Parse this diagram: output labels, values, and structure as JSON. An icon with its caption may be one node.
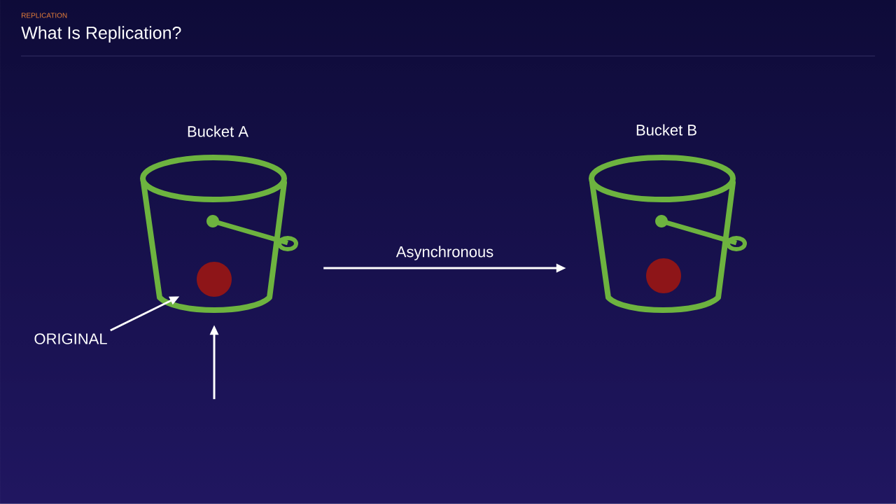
{
  "diagram": {
    "title": "What Is Replication?",
    "nodes": [
      {
        "text": [
          "Bucket A"
        ]
      },
      {
        "text": [],
        "shape": "circle",
        "in": 0
      },
      {
        "text": [
          "ORIGINAL"
        ]
      },
      {
        "text": [
          "Bucket B"
        ]
      },
      {
        "text": [],
        "shape": "circle",
        "in": 3
      }
    ],
    "edges": [
      {
        "from": 2,
        "to": 1,
        "arrow": "to"
      },
      {
        "from": 0,
        "to": 3,
        "arrow": "to",
        "label": "Asynchronous"
      },
      {
        "from": null,
        "to": 0,
        "arrow": "to"
      }
    ],
    "labels": [
      "REPLICATION"
    ]
  }
}
